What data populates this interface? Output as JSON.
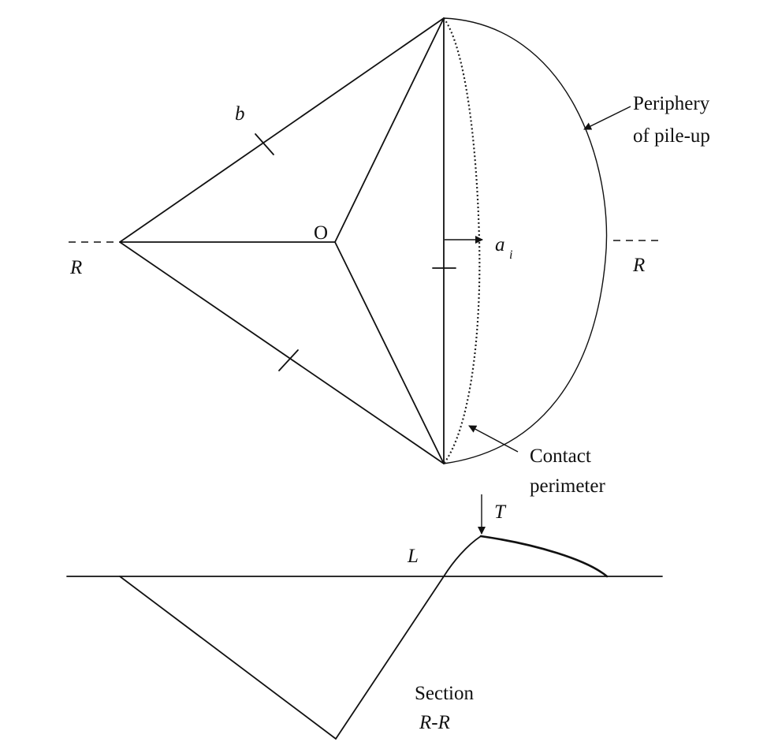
{
  "diagram": {
    "labels": {
      "b": "b",
      "origin": "O",
      "a": "a",
      "a_subscript": "i",
      "r_left": "R",
      "r_right": "R",
      "periphery_line1": "Periphery",
      "periphery_line2": "of pile-up",
      "contact_line1": "Contact",
      "contact_line2": "perimeter",
      "t_point": "T",
      "l_point": "L",
      "section_line1": "Section",
      "section_line2": "R-R"
    },
    "colors": {
      "ink": "#111111",
      "background": "#ffffff"
    }
  }
}
